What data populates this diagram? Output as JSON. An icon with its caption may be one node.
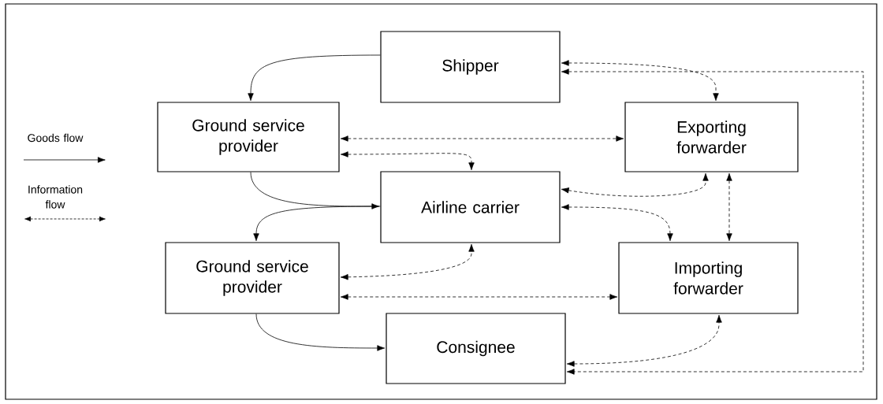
{
  "diagram": {
    "nodes": [
      {
        "text": [
          "Shipper"
        ]
      },
      {
        "text": [
          "Exporting forwarder"
        ]
      },
      {
        "text": [
          "Ground service provider"
        ]
      },
      {
        "text": [
          "Airline carrier"
        ]
      },
      {
        "text": [
          "Ground service provider"
        ]
      },
      {
        "text": [
          "Importing forwarder"
        ]
      },
      {
        "text": [
          "Consignee"
        ]
      }
    ],
    "edges": [
      {
        "from": 0,
        "to": 2,
        "arrow": "to"
      },
      {
        "from": 2,
        "to": 3,
        "arrow": "to"
      },
      {
        "from": 3,
        "to": 4,
        "arrow": "to"
      },
      {
        "from": 4,
        "to": 6,
        "arrow": "to"
      },
      {
        "from": 0,
        "to": 1,
        "arrow": "both",
        "style": "dashed"
      },
      {
        "from": 0,
        "to": 6,
        "arrow": "both",
        "style": "dashed"
      },
      {
        "from": 2,
        "to": 1,
        "arrow": "both",
        "style": "dashed"
      },
      {
        "from": 2,
        "to": 3,
        "arrow": "both",
        "style": "dashed"
      },
      {
        "from": 3,
        "to": 1,
        "arrow": "both",
        "style": "dashed"
      },
      {
        "from": 3,
        "to": 5,
        "arrow": "both",
        "style": "dashed"
      },
      {
        "from": 1,
        "to": 5,
        "arrow": "both",
        "style": "dashed"
      },
      {
        "from": 4,
        "to": 3,
        "arrow": "both",
        "style": "dashed"
      },
      {
        "from": 4,
        "to": 5,
        "arrow": "both",
        "style": "dashed"
      },
      {
        "from": 6,
        "to": 5,
        "arrow": "both",
        "style": "dashed"
      }
    ],
    "legend": [
      {
        "text": "Goods flow"
      },
      {
        "text": "Information flow"
      }
    ]
  }
}
